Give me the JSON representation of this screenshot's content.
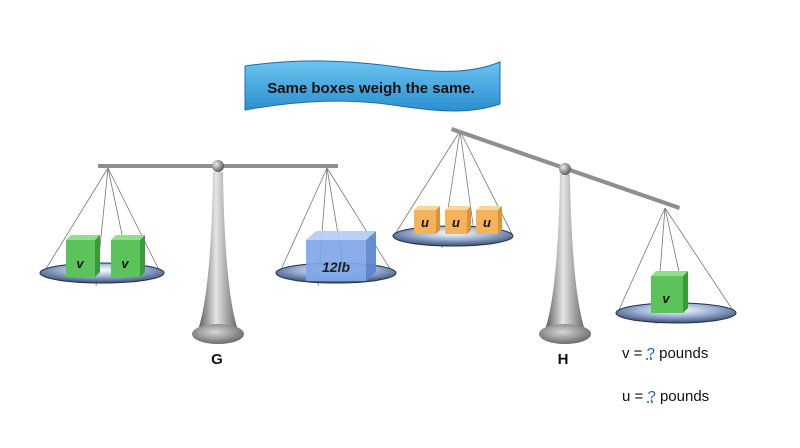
{
  "banner": {
    "text": "Same boxes weigh the same."
  },
  "scale_g": {
    "label": "G",
    "left_pan_boxes": [
      "v",
      "v"
    ],
    "right_pan_box": "12lb"
  },
  "scale_h": {
    "label": "H",
    "left_pan_boxes": [
      "u",
      "u",
      "u"
    ],
    "right_pan_box": "v"
  },
  "answers": [
    {
      "variable": "v",
      "eq": "=",
      "blank": "?",
      "unit": "pounds"
    },
    {
      "variable": "u",
      "eq": "=",
      "blank": "?",
      "unit": "pounds"
    }
  ],
  "colors": {
    "banner": "#3aa3dc",
    "green_box": "#5cc25a",
    "orange_box": "#f4b35a",
    "blue_box": "#7fa8e8",
    "pan": "#2f4368",
    "beam": "#8f8f8f"
  }
}
